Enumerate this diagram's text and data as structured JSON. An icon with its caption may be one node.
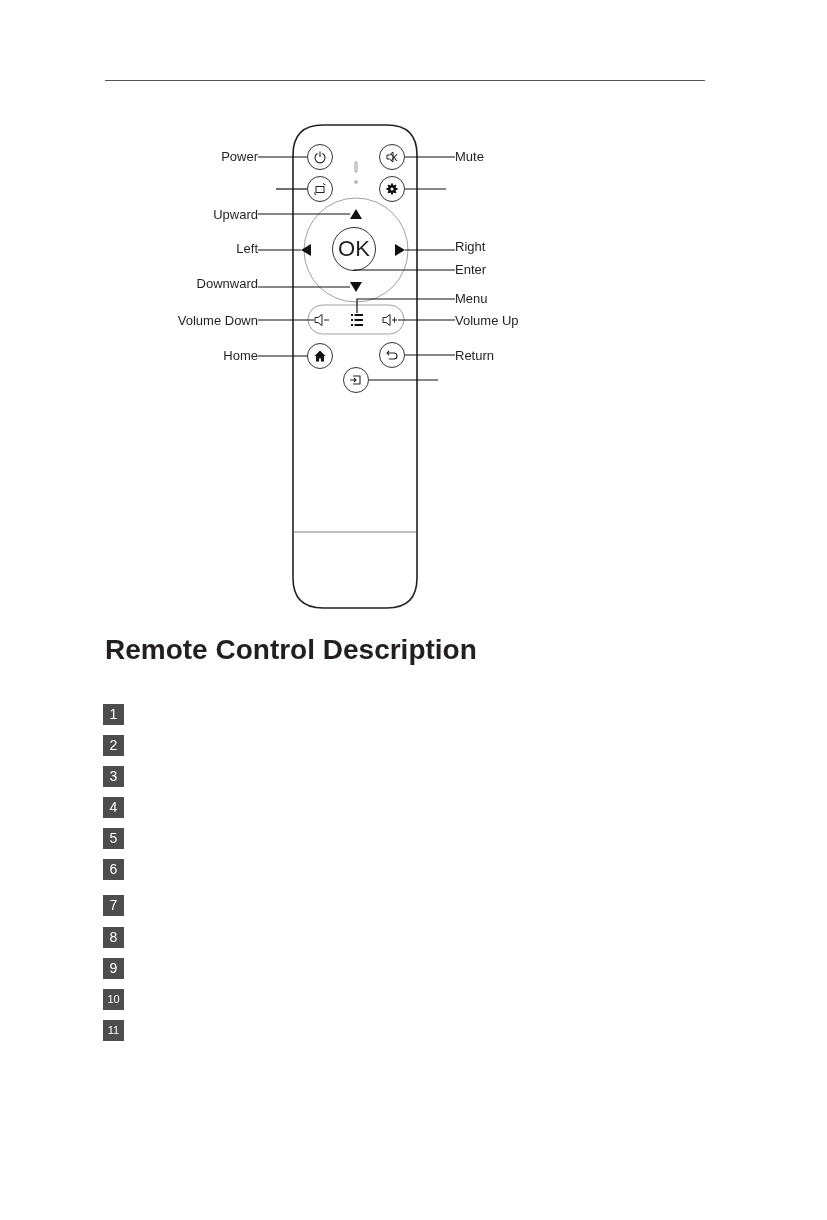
{
  "diagram": {
    "title": "Remote Control Description",
    "nodes": [
      {
        "text": [
          "Power"
        ]
      },
      {
        "text": [],
        "shape": "circle"
      },
      {
        "text": [
          "Mute"
        ]
      },
      {
        "text": [],
        "shape": "circle"
      },
      {
        "text": [],
        "shape": "circle"
      },
      {
        "text": [],
        "shape": "circle"
      },
      {
        "text": [
          "Upward"
        ]
      },
      {
        "text": [],
        "shape": "triangle"
      },
      {
        "text": [
          "Left"
        ]
      },
      {
        "text": [],
        "shape": "triangle"
      },
      {
        "text": [
          "OK"
        ]
      },
      {
        "text": [
          "Right"
        ]
      },
      {
        "text": [],
        "shape": "triangle"
      },
      {
        "text": [
          "Enter"
        ]
      },
      {
        "text": [
          "Downward"
        ]
      },
      {
        "text": [],
        "shape": "triangle"
      },
      {
        "text": [
          "Menu"
        ]
      },
      {
        "text": [],
        "shape": "picture"
      },
      {
        "text": [
          "Volume Down"
        ]
      },
      {
        "text": [],
        "shape": "picture"
      },
      {
        "text": [
          "Volume Up"
        ]
      },
      {
        "text": [],
        "shape": "picture"
      },
      {
        "text": [
          "Home"
        ]
      },
      {
        "text": [],
        "shape": "circle"
      },
      {
        "text": [
          "Return"
        ]
      },
      {
        "text": [],
        "shape": "circle"
      },
      {
        "text": [],
        "shape": "circle"
      }
    ],
    "edges": [
      {
        "from": 0,
        "to": 1,
        "arrow": "none"
      },
      {
        "from": 2,
        "to": 3,
        "arrow": "none"
      },
      {
        "from": null,
        "to": 4,
        "arrow": "none"
      },
      {
        "from": null,
        "to": 5,
        "arrow": "none"
      },
      {
        "from": 6,
        "to": 7,
        "arrow": "none"
      },
      {
        "from": 8,
        "to": 9,
        "arrow": "none"
      },
      {
        "from": 11,
        "to": 12,
        "arrow": "none"
      },
      {
        "from": 13,
        "to": 10,
        "arrow": "none"
      },
      {
        "from": 14,
        "to": 15,
        "arrow": "none"
      },
      {
        "from": 16,
        "to": 19,
        "arrow": "none"
      },
      {
        "from": 18,
        "to": 17,
        "arrow": "none"
      },
      {
        "from": 20,
        "to": 21,
        "arrow": "none"
      },
      {
        "from": 22,
        "to": 23,
        "arrow": "none"
      },
      {
        "from": 24,
        "to": 25,
        "arrow": "none"
      },
      {
        "from": null,
        "to": 26,
        "arrow": "none"
      }
    ],
    "labels": [
      "1",
      "2",
      "3",
      "4",
      "5",
      "6",
      "7",
      "8",
      "9",
      "10",
      "11"
    ]
  }
}
